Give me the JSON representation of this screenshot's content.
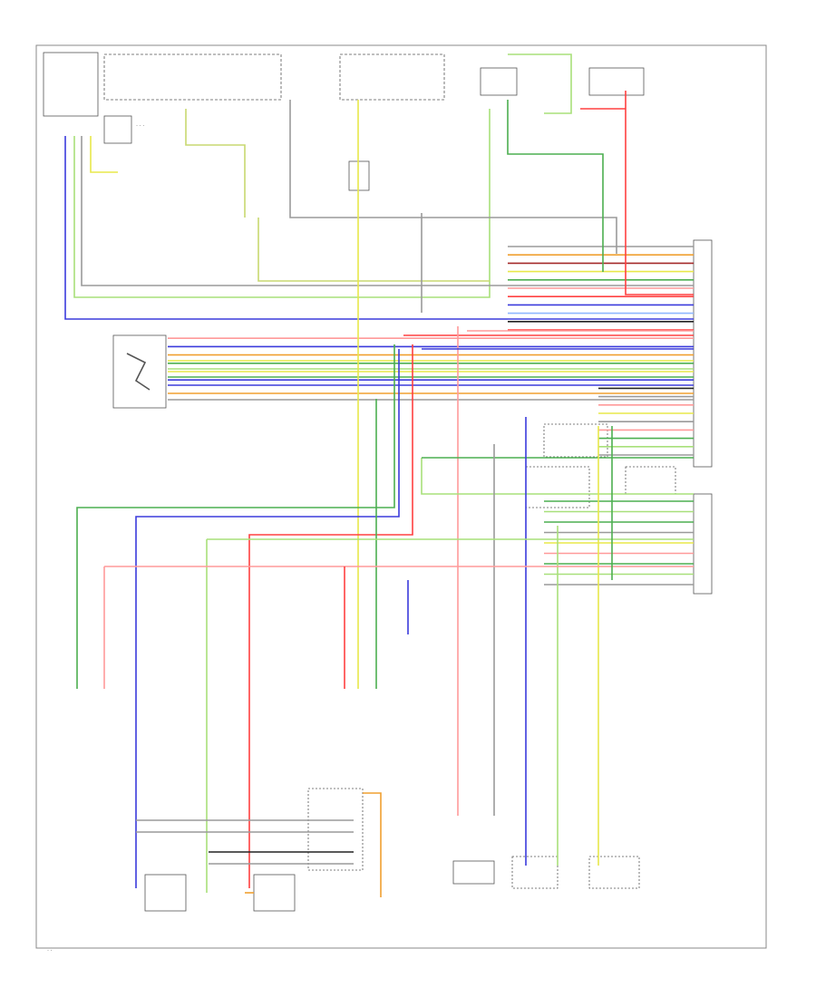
{
  "title": "",
  "page_number": "",
  "colors": {
    "black": "#222222",
    "gray": "#9a9a9a",
    "green": "#4caf50",
    "light_green": "#a8e07a",
    "yellow": "#e8e84a",
    "blue": "#3b3bdc",
    "light_blue": "#8fb8ff",
    "red": "#ff4040",
    "pink": "#ff9a9a",
    "orange": "#f0a030",
    "yellow_green": "#c8d870"
  },
  "connector_wire_colors": [
    "gray",
    "orange",
    "brown",
    "yellow",
    "green",
    "pink",
    "red",
    "blue",
    "light_blue",
    "black",
    "red",
    "pink",
    "blue",
    "orange",
    "green",
    "yellow",
    "blue",
    "black",
    "gray",
    "pink",
    "yellow",
    "gray",
    "pink",
    "green",
    "light_green",
    "gray"
  ],
  "right_connector_wire_colors": [
    "green",
    "light_green",
    "green",
    "gray",
    "yellow",
    "pink",
    "green",
    "light_green",
    "gray"
  ]
}
